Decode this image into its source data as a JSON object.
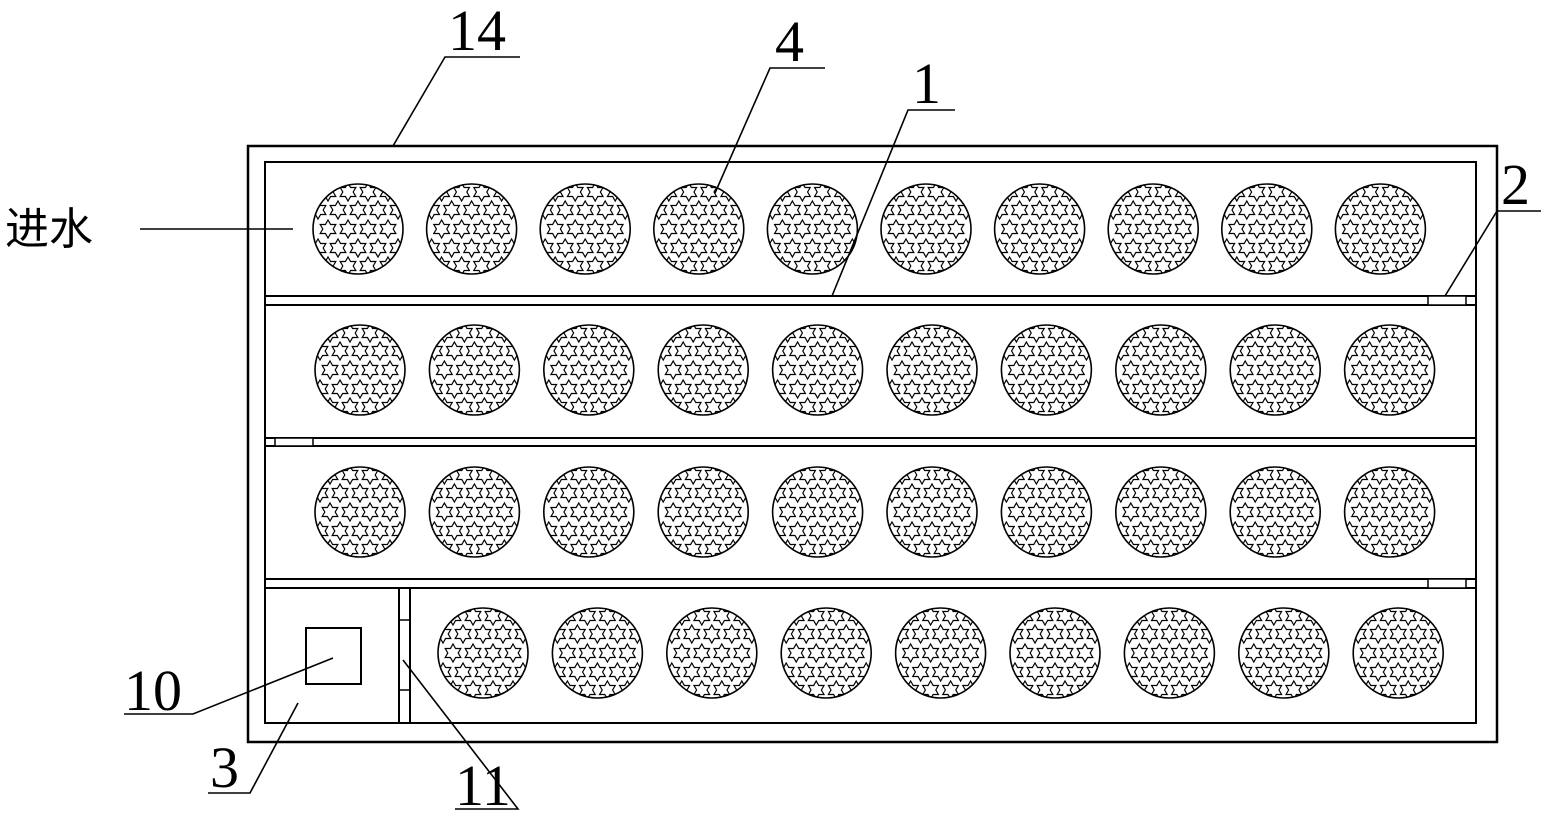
{
  "labels": {
    "inlet": "进水",
    "c1": "1",
    "c2": "2",
    "c3": "3",
    "c4": "4",
    "c10": "10",
    "c11": "11",
    "c14": "14"
  },
  "rows": [
    {
      "disc_count": 10
    },
    {
      "disc_count": 10
    },
    {
      "disc_count": 10
    },
    {
      "disc_count": 9
    }
  ],
  "colors": {
    "line": "#000000",
    "background": "#ffffff"
  }
}
